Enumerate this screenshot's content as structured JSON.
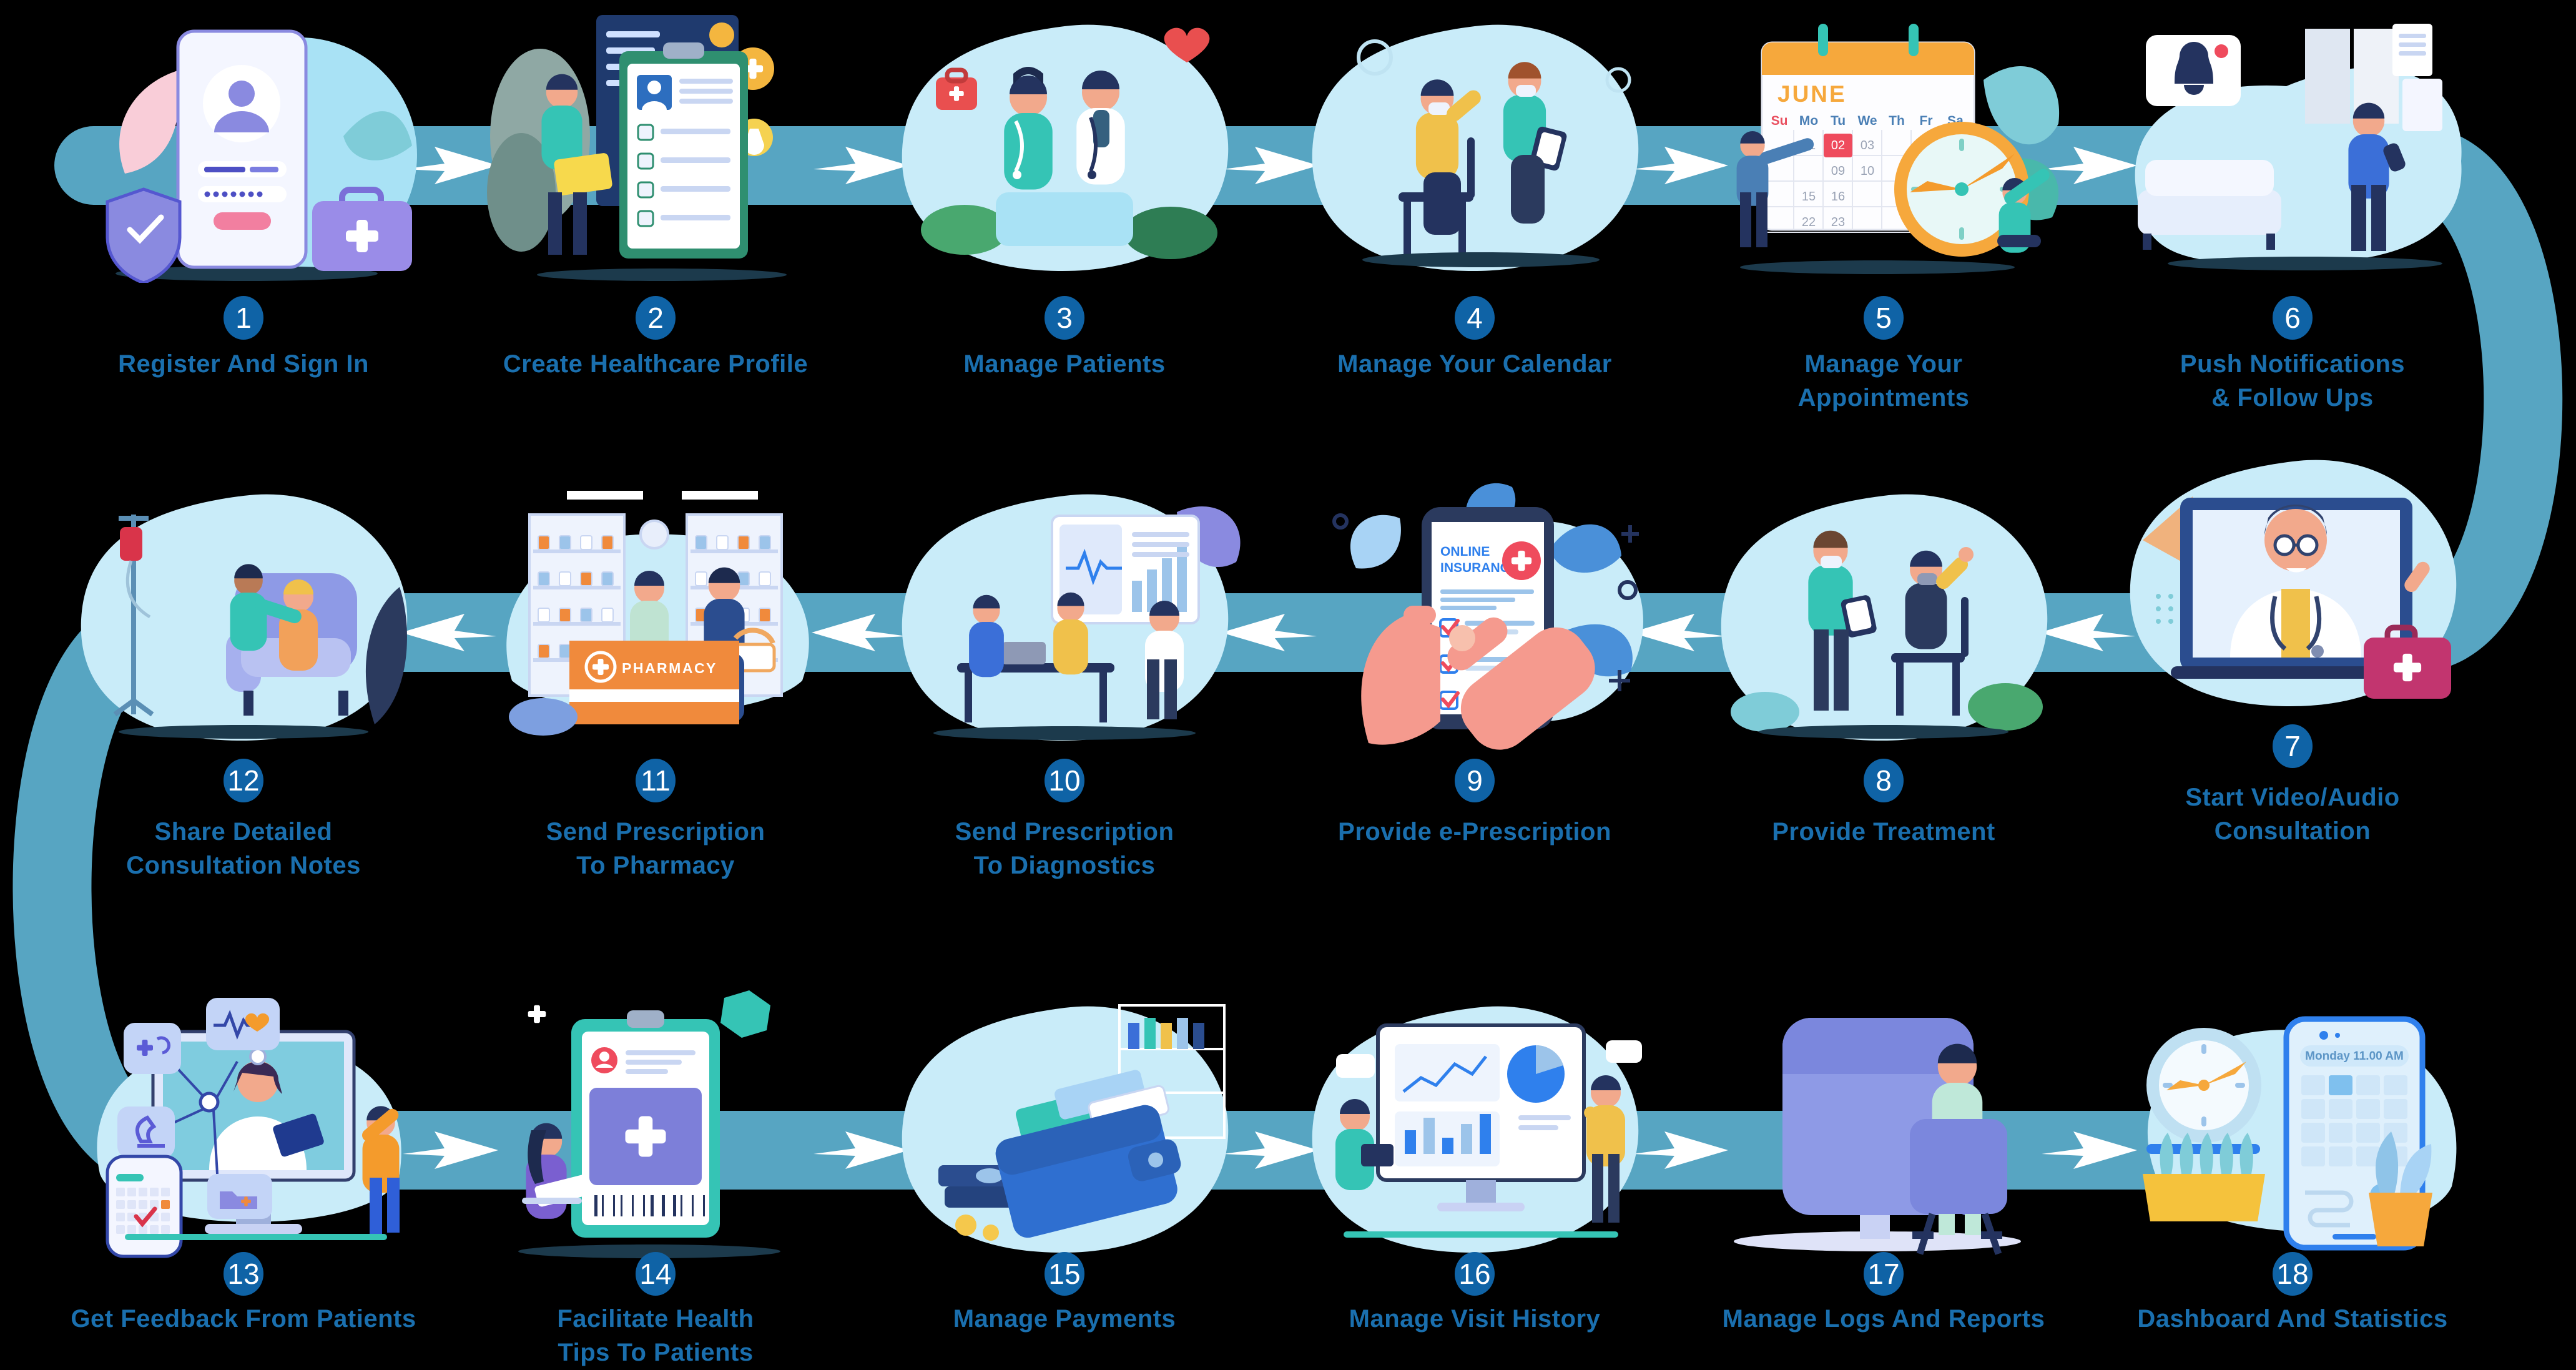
{
  "page": {
    "background": "#000000",
    "kind": "healthcare-workflow-infographic"
  },
  "flow": {
    "rows": 3,
    "steps_per_row": 6,
    "direction_by_row": [
      "right",
      "left",
      "right"
    ]
  },
  "palette": {
    "band": "#57a5c2",
    "arrow": "#ffffff",
    "badge": "#0f63a6",
    "badge_text": "#ffffff",
    "label": "#1a6fae",
    "blob": "#c9ecf9",
    "blob_deep": "#a9e2f5",
    "teal": "#35c4b5",
    "teal_light": "#7fccd8",
    "navy": "#24335f",
    "ink": "#2b3a5e",
    "blue": "#2f80ed",
    "blue_mid": "#3b6fd8",
    "sky": "#9cc4ea",
    "periwinkle": "#8e9ae6",
    "purple": "#8a8ae0",
    "orange": "#f6a83c",
    "orange_deep": "#f08a3c",
    "yellow": "#f0c14b",
    "red": "#ef4b5d",
    "magenta": "#c2356f",
    "pink": "#f59a8e",
    "skin": "#f2a98c",
    "paper": "#f4f6ff",
    "white": "#ffffff"
  },
  "steps": [
    {
      "number": "1",
      "label": "Register And Sign In",
      "illustration": "phone-login"
    },
    {
      "number": "2",
      "label": "Create Healthcare Profile",
      "illustration": "healthcare-profile-clipboard"
    },
    {
      "number": "3",
      "label": "Manage Patients",
      "illustration": "doctors-team"
    },
    {
      "number": "4",
      "label": "Manage Your Calendar",
      "illustration": "patient-consultation"
    },
    {
      "number": "5",
      "label": "Manage Your\nAppointments",
      "illustration": "calendar-clock",
      "details": {
        "month": "JUNE",
        "day_headers": [
          "Su",
          "Mo",
          "Tu",
          "We",
          "Th",
          "Fr",
          "Sa"
        ],
        "dates": [
          "01",
          "02",
          "03",
          "09",
          "10",
          "15",
          "16",
          "22",
          "23"
        ],
        "highlighted_date": "02"
      }
    },
    {
      "number": "6",
      "label": "Push Notifications\n& Follow Ups",
      "illustration": "notification-bell"
    },
    {
      "number": "7",
      "label": "Start Video/Audio\nConsultation",
      "illustration": "laptop-doctor"
    },
    {
      "number": "8",
      "label": "Provide Treatment",
      "illustration": "doctor-patient-treatment"
    },
    {
      "number": "9",
      "label": "Provide e-Prescription",
      "illustration": "phone-checklist",
      "details": {
        "app_title_line1": "ONLINE",
        "app_title_line2": "INSURANCE"
      }
    },
    {
      "number": "10",
      "label": "Send Prescription\nTo Diagnostics",
      "illustration": "diagnostics-lab"
    },
    {
      "number": "11",
      "label": "Send Prescription\nTo Pharmacy",
      "illustration": "pharmacy-counter",
      "details": {
        "sign": "PHARMACY"
      }
    },
    {
      "number": "12",
      "label": "Share Detailed\nConsultation Notes",
      "illustration": "home-care-notes"
    },
    {
      "number": "13",
      "label": "Get Feedback From Patients",
      "illustration": "telehealth-monitor"
    },
    {
      "number": "14",
      "label": "Facilitate Health\nTips To Patients",
      "illustration": "health-tips-clipboard"
    },
    {
      "number": "15",
      "label": "Manage Payments",
      "illustration": "wallet-cards"
    },
    {
      "number": "16",
      "label": "Manage Visit History",
      "illustration": "charts-monitor"
    },
    {
      "number": "17",
      "label": "Manage Logs And Reports",
      "illustration": "workstation-back"
    },
    {
      "number": "18",
      "label": "Dashboard And Statistics",
      "illustration": "phone-dashboard",
      "details": {
        "status_bar": "Monday 11.00 AM"
      }
    }
  ]
}
